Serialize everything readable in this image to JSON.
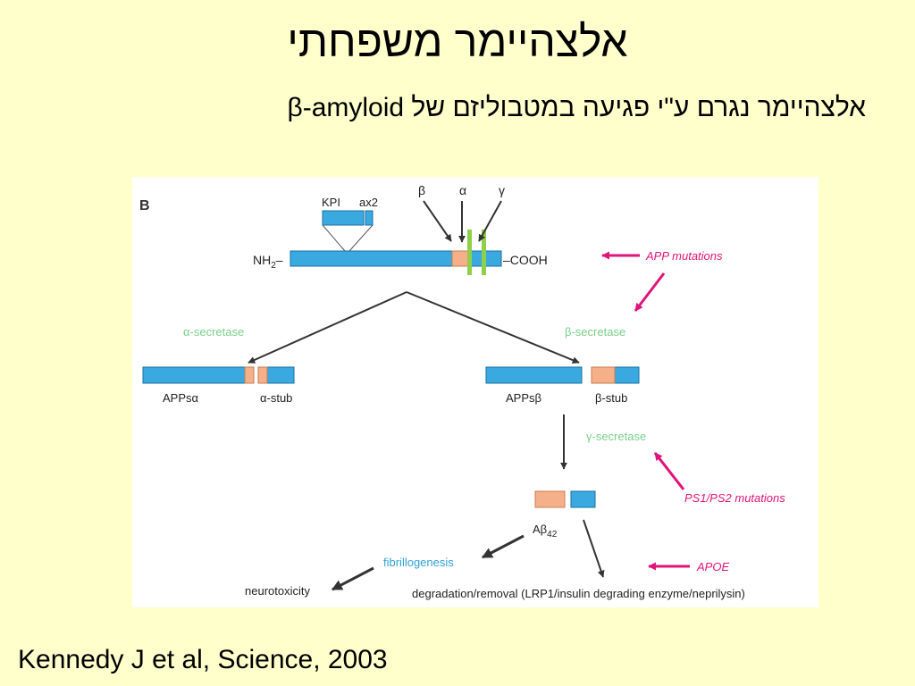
{
  "slide": {
    "title": "אלצהיימר משפחתי",
    "subtitle": "אלצהיימר נגרם ע\"י פגיעה במטבוליזם של β-amyloid",
    "citation": "Kennedy J et al, Science, 2003"
  },
  "figure": {
    "panel_label": "B",
    "domain_labels": [
      "KPI",
      "ax2"
    ],
    "nh2": "NH",
    "nh2_sub": "2",
    "nh2_dash": "–",
    "cooh": "–COOH",
    "cleavage_sites": [
      "β",
      "α",
      "γ"
    ],
    "alpha_secretase": "α-secretase",
    "beta_secretase": "β-secretase",
    "gamma_secretase": "γ-secretase",
    "apps_alpha": "APPsα",
    "alpha_stub": "α-stub",
    "apps_beta": "APPsβ",
    "beta_stub": "β-stub",
    "abeta": "Aβ",
    "abeta_sub": "42",
    "fibrillogenesis": "fibrillogenesis",
    "neurotoxicity": "neurotoxicity",
    "degradation": "degradation/removal (LRP1/insulin degrading enzyme/neprilysin)",
    "app_mutations": "APP mutations",
    "ps_mutations": "PS1/PS2 mutations",
    "apoe": "APOE",
    "colors": {
      "protein_blue": "#3aa9e0",
      "protein_outline": "#1a6fa3",
      "abeta_orange": "#f5b08a",
      "tm_green": "#8ed04a",
      "enzyme_green": "#7ccf8a",
      "risk_magenta": "#e0147a",
      "arrow_dark": "#333333",
      "fibril_blue": "#2fa3d6"
    }
  }
}
